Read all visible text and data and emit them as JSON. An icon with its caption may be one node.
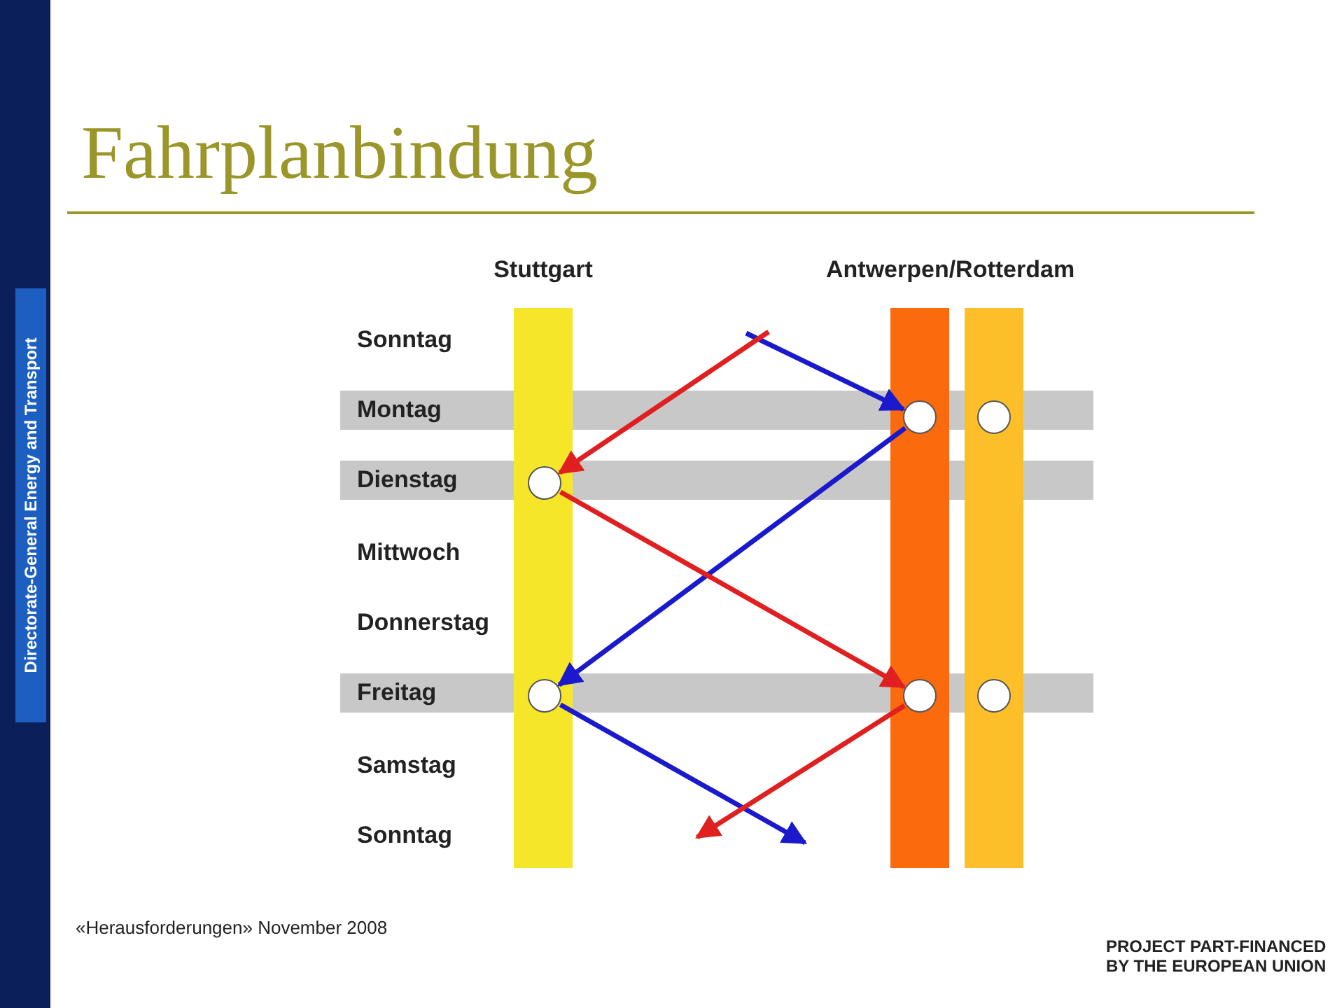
{
  "diagram": {
    "title": "Fahrplanbindung",
    "nodes": [
      {
        "text": [
          "Stuttgart"
        ]
      },
      {
        "text": [],
        "shape": "bar"
      },
      {
        "text": [],
        "shape": "bar"
      },
      {
        "text": [],
        "shape": "circle",
        "in": 1
      },
      {
        "text": [],
        "shape": "circle",
        "in": 2
      },
      {
        "text": [],
        "shape": "circle",
        "in": 0
      },
      {
        "text": [],
        "shape": "circle",
        "in": 0
      },
      {
        "text": [],
        "shape": "circle",
        "in": 1
      },
      {
        "text": [],
        "shape": "circle",
        "in": 2
      }
    ],
    "edges": [
      {
        "from": null,
        "to": 3,
        "arrow": "to",
        "color": "#1a1acc"
      },
      {
        "from": null,
        "to": 5,
        "arrow": "to",
        "color": "#e02020"
      },
      {
        "from": 3,
        "to": 6,
        "arrow": "to",
        "color": "#1a1acc"
      },
      {
        "from": 5,
        "to": 7,
        "arrow": "to",
        "color": "#e02020"
      },
      {
        "from": 6,
        "to": null,
        "arrow": "to",
        "color": "#1a1acc"
      },
      {
        "from": 7,
        "to": null,
        "arrow": "to",
        "color": "#e02020"
      }
    ],
    "labels": [
      "Directorate-General Energy and Transport",
      "Antwerpen/Rotterdam",
      "Sonntag",
      "Montag",
      "Dienstag",
      "Mittwoch",
      "Donnerstag",
      "Freitag",
      "Samstag",
      "Sonntag",
      "«Herausforderungen» November 2008",
      "PROJECT PART-FINANCED BY THE EUROPEAN UNION"
    ]
  }
}
